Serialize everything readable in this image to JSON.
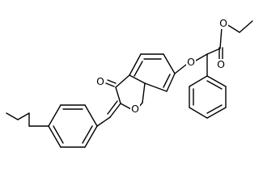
{
  "molecule": {
    "atom_labels": {
      "ketone_oxygen": "O",
      "furan_oxygen": "O",
      "ether_oxygen": "O",
      "carbonyl_oxygen": "O",
      "ester_oxygen": "O"
    },
    "colors": {
      "bond": "#000000",
      "label": "#000000",
      "background": "#ffffff"
    }
  }
}
